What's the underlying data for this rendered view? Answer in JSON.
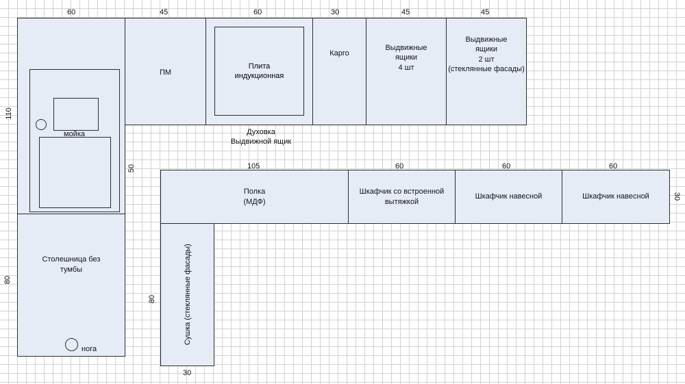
{
  "top_dims": [
    "60",
    "45",
    "60",
    "30",
    "45",
    "45"
  ],
  "left_dims": {
    "sink_height": "110",
    "table_height": "80"
  },
  "middle_dims": {
    "gap": "50",
    "drying_height": "80",
    "drying_width": "30",
    "wall_height": "30"
  },
  "wall_dims": [
    "105",
    "60",
    "60",
    "60"
  ],
  "modules": {
    "sink": "мойка",
    "tabletop": "Столешница без\nтумбы",
    "leg": "нога",
    "dishwasher": "ПМ",
    "hob": "Плита\nиндукционная",
    "oven_note": "Духовка\nВыдвижной ящик",
    "cargo": "Карго",
    "drawers4": "Выдвижные\nящики\n4 шт",
    "drawers2": "Выдвижные\nящики\n2 шт\n(стеклянные фасады)",
    "shelf": "Полка\n(МДФ)",
    "hood_cabinet": "Шкафчик со встроенной\nвытяжкой",
    "wall_cabinet_1": "Шкафчик навесной",
    "wall_cabinet_2": "Шкафчик навесной",
    "drying": "Сушка (стеклянные фасады)"
  }
}
